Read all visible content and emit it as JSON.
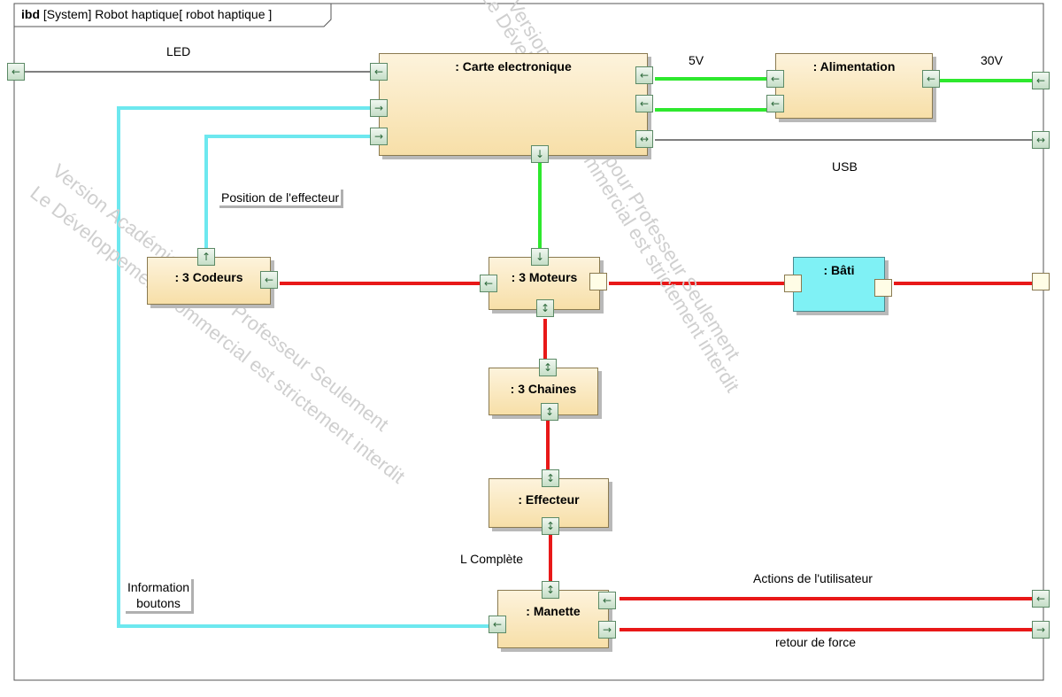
{
  "frame": {
    "kind": "ibd",
    "title": "[System]  Robot  haptique[ robot haptique ]"
  },
  "blocks": {
    "carte": ": Carte electronique",
    "alimentation": ": Alimentation",
    "codeurs": ": 3 Codeurs",
    "moteurs": ": 3 Moteurs",
    "bati": ": Bâti",
    "chaines": ": 3 Chaines",
    "effecteur": ": Effecteur",
    "manette": ": Manette"
  },
  "labels": {
    "led": "LED",
    "v5": "5V",
    "v30": "30V",
    "usb": "USB",
    "position": "Position de l'effecteur",
    "info_line1": "Information",
    "info_line2": "boutons",
    "l_complete": "L Complète",
    "actions": "Actions de l'utilisateur",
    "retour": "retour de force"
  },
  "watermark": {
    "line1": "Version Académique pour Professeur Seulement",
    "line2": "Le Développement Commercial est strictement interdit"
  },
  "colors": {
    "power": "#2ee82e",
    "signal": "#6de8ef",
    "mechanical": "#e81818",
    "plain": "#555555"
  }
}
